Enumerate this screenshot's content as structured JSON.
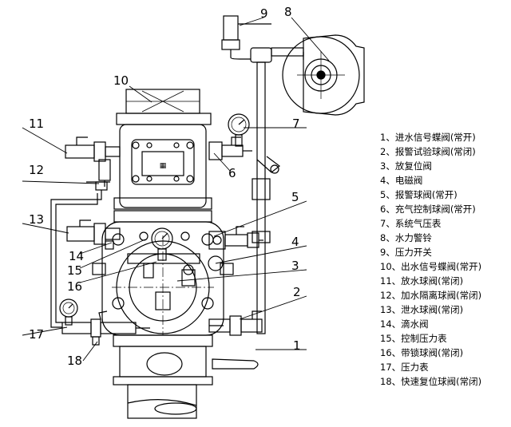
{
  "callouts": [
    "1",
    "2",
    "3",
    "4",
    "5",
    "6",
    "7",
    "8",
    "9",
    "10",
    "11",
    "12",
    "13",
    "14",
    "15",
    "16",
    "17",
    "18"
  ],
  "legend": [
    "1、进水信号蝶阀(常开)",
    "2、报警试验球阀(常闭)",
    "3、放复位阀",
    "4、电磁阀",
    "5、报警球阀(常开)",
    "6、充气控制球阀(常开)",
    "7、系统气压表",
    "8、水力警铃",
    "9、压力开关",
    "10、出水信号蝶阀(常开)",
    "11、放水球阀(常闭)",
    "12、加水隔离球阀(常闭)",
    "13、泄水球阀(常闭)",
    "14、滴水阀",
    "15、控制压力表",
    "16、带锁球阀(常闭)",
    "17、压力表",
    "18、快速复位球阀(常闭)"
  ]
}
